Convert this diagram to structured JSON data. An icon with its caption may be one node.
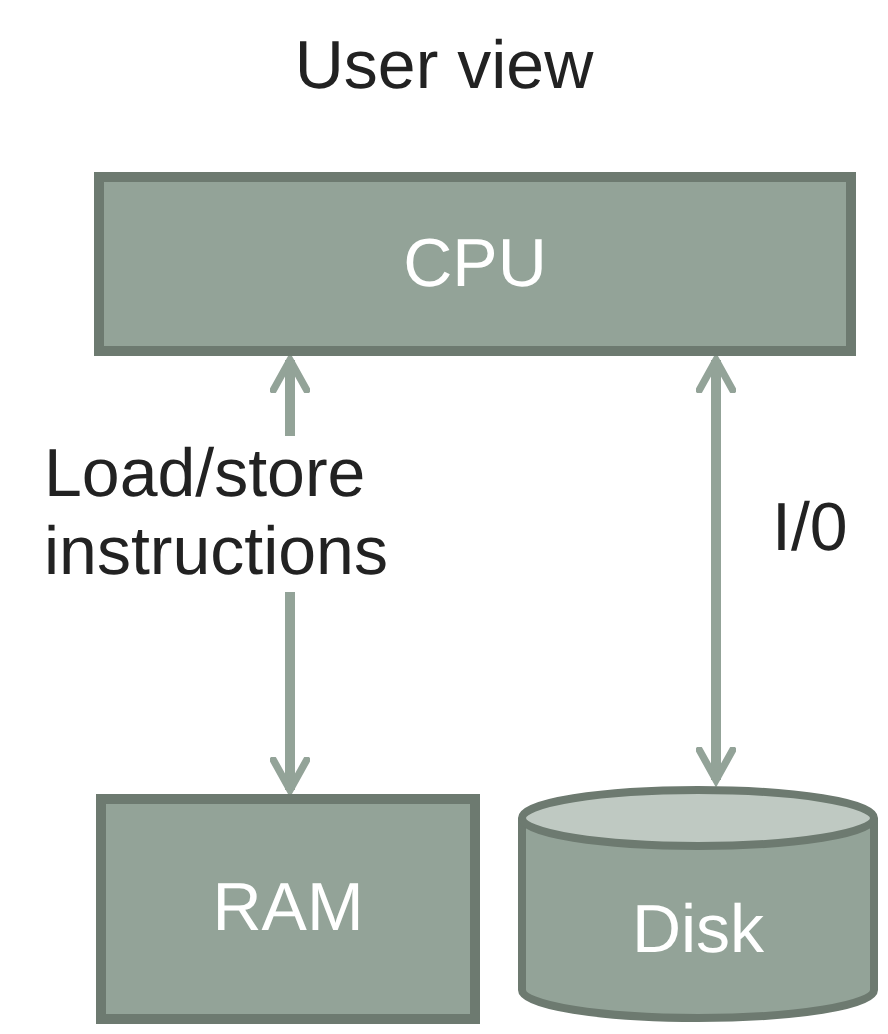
{
  "diagram": {
    "title": "User view",
    "nodes": [
      {
        "text": [
          "CPU"
        ]
      },
      {
        "text": [
          "RAM"
        ]
      },
      {
        "text": [
          "Disk"
        ]
      }
    ],
    "edges": [
      {
        "from": 0,
        "to": 1,
        "arrow": "both",
        "label": "Load/store instructions"
      },
      {
        "from": 0,
        "to": 2,
        "arrow": "both",
        "label": "I/0"
      }
    ]
  }
}
